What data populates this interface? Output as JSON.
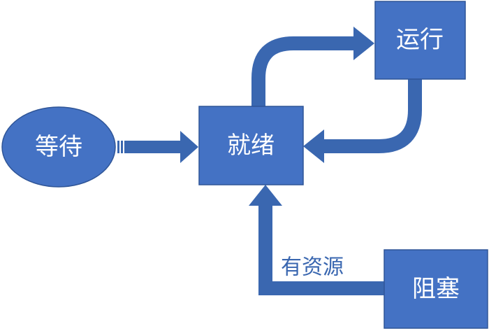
{
  "colors": {
    "node_fill": "#4472c4",
    "node_stroke": "#2f5597",
    "arrow": "#3a67b0",
    "edge_label": "#3a67b0",
    "node_text": "#ffffff"
  },
  "nodes": {
    "waiting": {
      "label": "等待",
      "shape": "ellipse"
    },
    "ready": {
      "label": "就绪",
      "shape": "rectangle"
    },
    "running": {
      "label": "运行",
      "shape": "rectangle"
    },
    "blocked": {
      "label": "阻塞",
      "shape": "rectangle"
    }
  },
  "edges": {
    "waiting_to_ready": {
      "from": "等待",
      "to": "就绪",
      "label": ""
    },
    "ready_to_running": {
      "from": "就绪",
      "to": "运行",
      "label": ""
    },
    "running_to_ready": {
      "from": "运行",
      "to": "就绪",
      "label": ""
    },
    "blocked_to_ready": {
      "from": "阻塞",
      "to": "就绪",
      "label": "有资源"
    }
  }
}
